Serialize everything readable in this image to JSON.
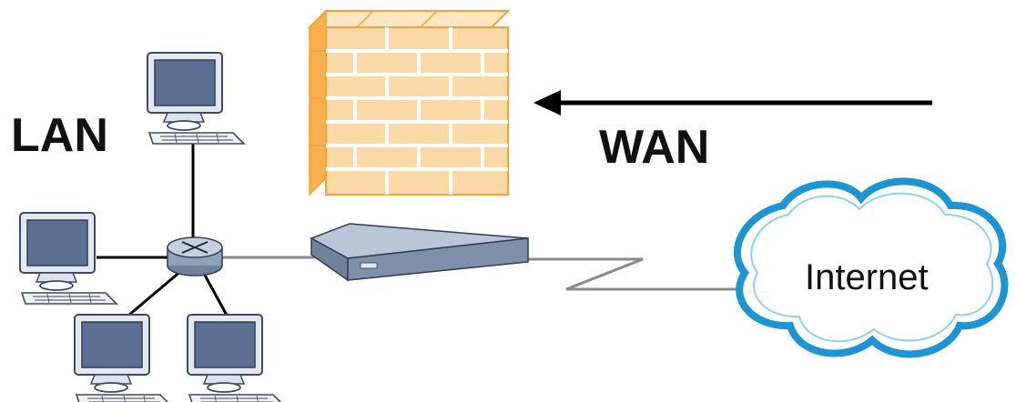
{
  "labels": {
    "lan": "LAN",
    "wan": "WAN",
    "internet": "Internet"
  },
  "colors": {
    "brick_fill": "#fbd9a6",
    "brick_edge": "#f3a23a",
    "mortar": "#ffffff",
    "monitor_screen": "#5b6f92",
    "device_body": "#8fa3b8",
    "cloud_stroke": "#1c95d2",
    "cloud_fill": "#ffffff",
    "link_line": "#888888",
    "lan_line": "#000000",
    "arrow": "#000000"
  },
  "diagram": {
    "nodes": [
      {
        "id": "firewall",
        "kind": "firewall-icon"
      },
      {
        "id": "router",
        "kind": "router-icon"
      },
      {
        "id": "zywall",
        "kind": "appliance-icon"
      },
      {
        "id": "internet",
        "kind": "cloud-icon",
        "label_key": "internet"
      },
      {
        "id": "pc-top",
        "kind": "computer-icon"
      },
      {
        "id": "pc-left",
        "kind": "computer-icon"
      },
      {
        "id": "pc-bottom-left",
        "kind": "computer-icon"
      },
      {
        "id": "pc-bottom-right",
        "kind": "computer-icon"
      }
    ],
    "edges": [
      {
        "from": "router",
        "to": "pc-top"
      },
      {
        "from": "router",
        "to": "pc-left"
      },
      {
        "from": "router",
        "to": "pc-bottom-left"
      },
      {
        "from": "router",
        "to": "pc-bottom-right"
      },
      {
        "from": "router",
        "to": "zywall"
      },
      {
        "from": "zywall",
        "to": "internet",
        "style": "zigzag"
      }
    ]
  }
}
